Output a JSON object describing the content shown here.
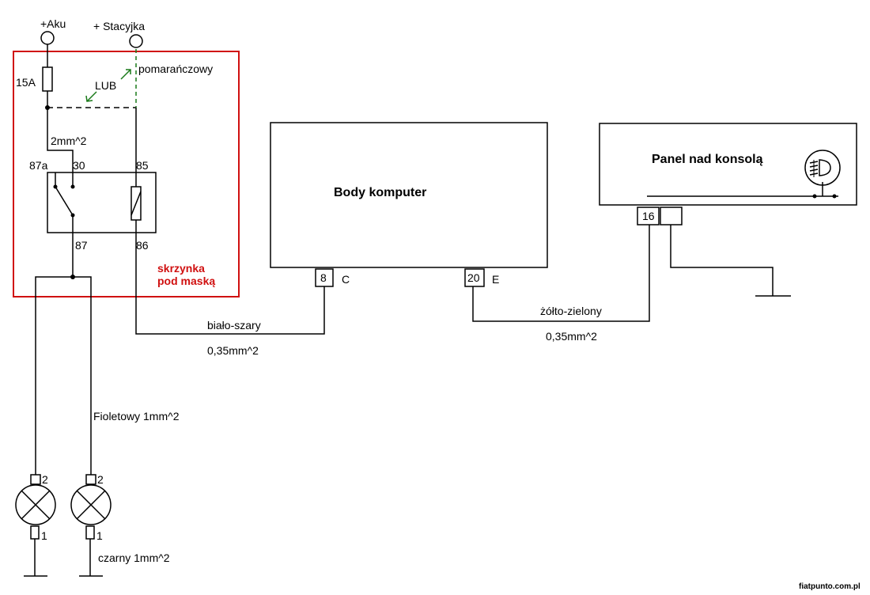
{
  "sources": {
    "battery": "+Aku",
    "ignition": "+ Stacyjka"
  },
  "fuse": {
    "rating": "15A"
  },
  "ignition_wire_color": "pomarańczowy",
  "alternative_label": "LUB",
  "wire_2mm": "2mm^2",
  "relay": {
    "pin_87a": "87a",
    "pin_30": "30",
    "pin_85": "85",
    "pin_87": "87",
    "pin_86": "86"
  },
  "box": {
    "line1": "skrzynka",
    "line2": "pod maską",
    "color": "#d01010"
  },
  "body_computer": {
    "title": "Body komputer",
    "pin_c_num": "8",
    "pin_c_letter": "C",
    "pin_e_num": "20",
    "pin_e_letter": "E"
  },
  "panel": {
    "title": "Panel nad konsolą",
    "pin": "16",
    "icon": "fog-lamp-icon"
  },
  "wire_bialo_szary": {
    "color": "biało-szary",
    "size": "0,35mm^2"
  },
  "wire_zolto_zielony": {
    "color": "żółto-zielony",
    "size": "0,35mm^2"
  },
  "wire_fioletowy": "Fioletowy 1mm^2",
  "wire_czarny": "czarny 1mm^2",
  "lamps": {
    "pin_top": "2",
    "pin_bottom": "1"
  },
  "watermark": "fiatpunto.com.pl",
  "colors": {
    "alt_path": "#1a7a1a",
    "box_border": "#d01010"
  }
}
